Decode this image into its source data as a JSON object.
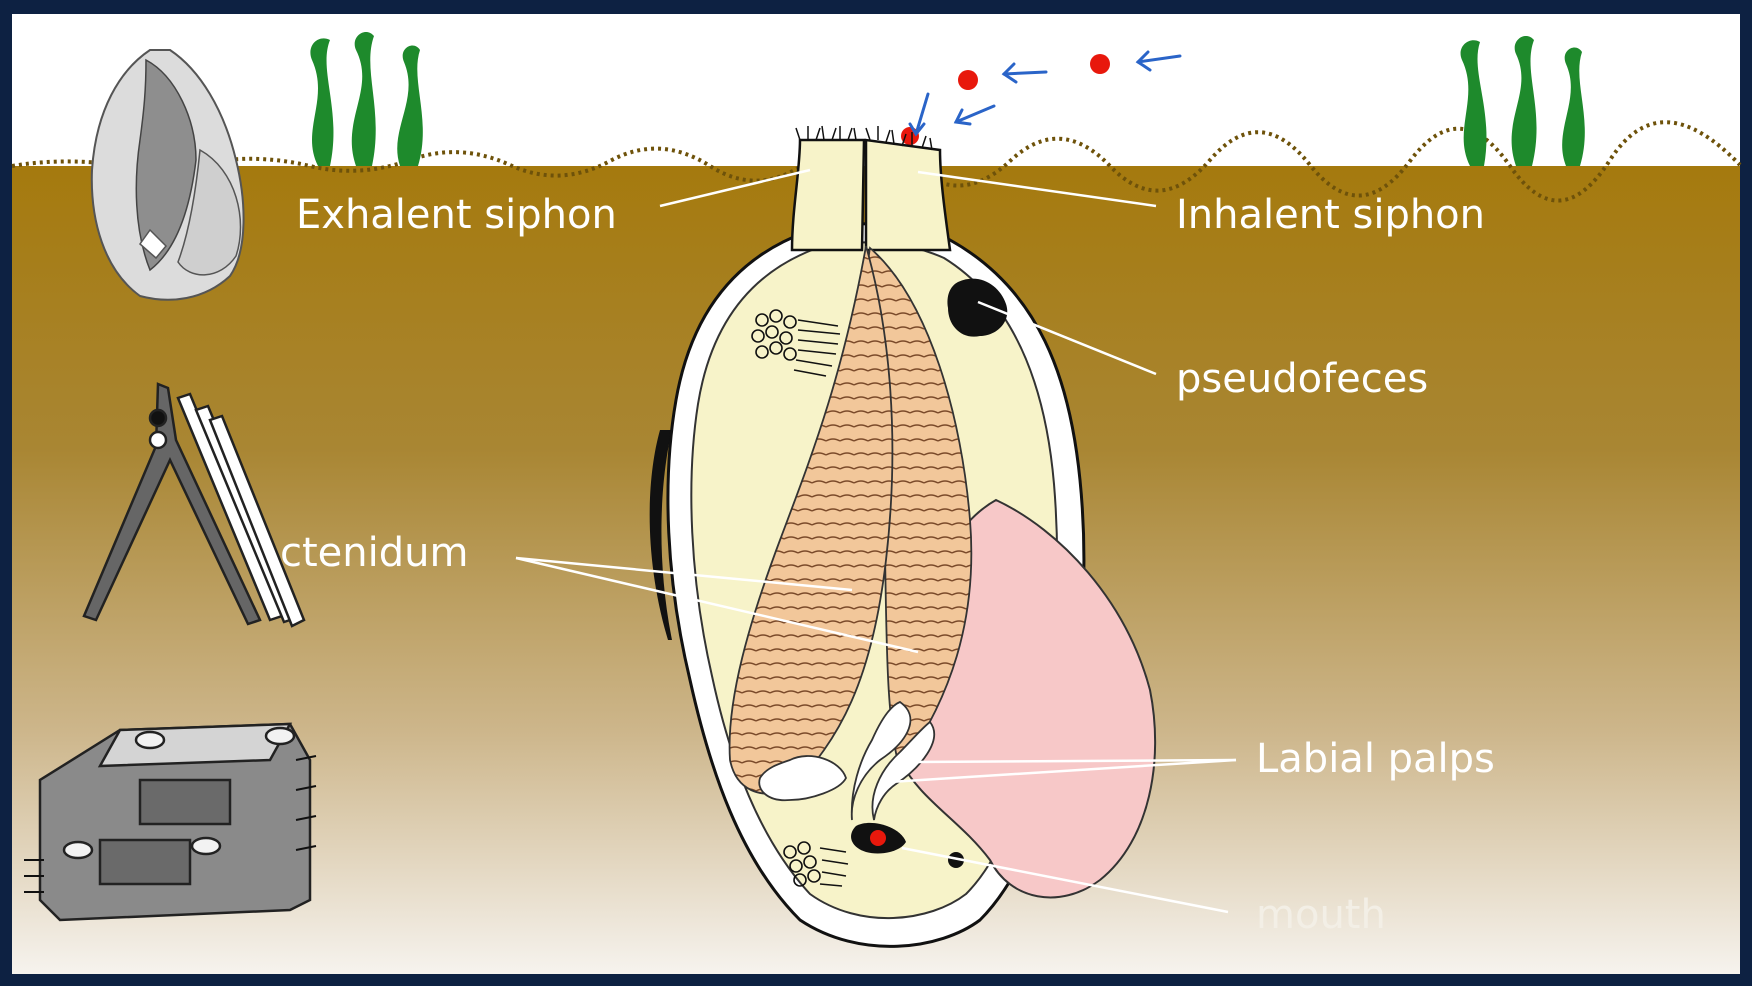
{
  "diagram": {
    "labels": {
      "exhalent_siphon": "Exhalent siphon",
      "inhalent_siphon": "Inhalent siphon",
      "pseudofeces": "pseudofeces",
      "ctenidum": "ctenidum",
      "labial_palps": "Labial palps",
      "mouth": "mouth"
    },
    "colors": {
      "frame": "#0d2142",
      "sky": "#ffffff",
      "sediment_top": "#a57a0e",
      "sediment_bottom": "#f6f3ee",
      "seagrass": "#1e8a2c",
      "shell_interior": "#f7f3c9",
      "gill": "#f2c79a",
      "foot": "#f7c8c8",
      "food_particle": "#e8180c",
      "water_arrow": "#2a64c8",
      "label_text": "#ffffff"
    },
    "icons": [
      "clam-thumbnail-icon",
      "gill-filament-icon",
      "gill-lattice-icon",
      "seagrass-icon",
      "flow-arrow-icon"
    ]
  }
}
